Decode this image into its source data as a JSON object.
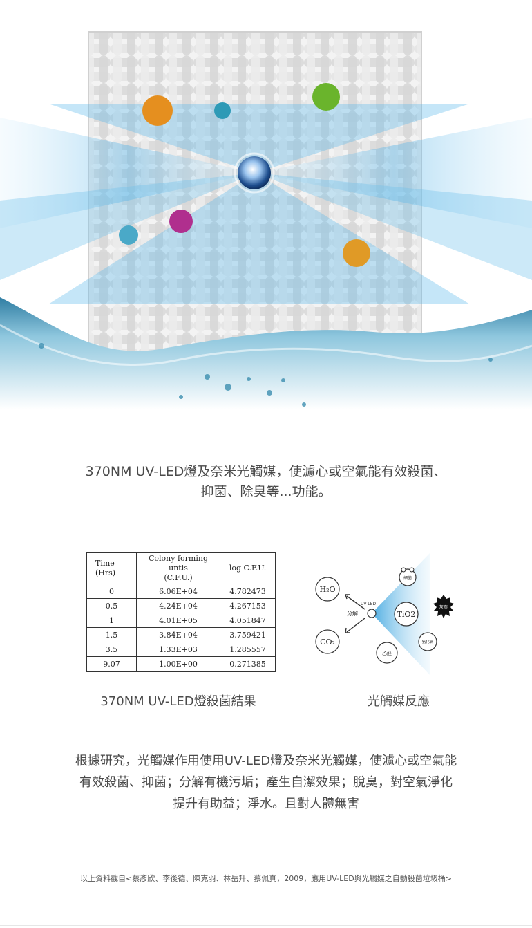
{
  "intro": {
    "line1": "370NM UV-LED燈及奈米光觸媒，使濾心或空氣能有效殺菌、",
    "line2": "抑菌、除臭等...功能。"
  },
  "table": {
    "headers": {
      "time": [
        "Time",
        "(Hrs)"
      ],
      "cfu": [
        "Colony forming untis",
        "(C.F.U.)"
      ],
      "log": "log C.F.U."
    },
    "rows": [
      {
        "time": "0",
        "cfu": "6.06E+04",
        "log": "4.782473"
      },
      {
        "time": "0.5",
        "cfu": "4.24E+04",
        "log": "4.267153"
      },
      {
        "time": "1",
        "cfu": "4.01E+05",
        "log": "4.051847"
      },
      {
        "time": "1.5",
        "cfu": "3.84E+04",
        "log": "3.759421"
      },
      {
        "time": "3.5",
        "cfu": "1.33E+03",
        "log": "1.285557"
      },
      {
        "time": "9.07",
        "cfu": "1.00E+00",
        "log": "0.271385"
      }
    ],
    "caption": "370NM UV-LED燈殺菌結果"
  },
  "diagram": {
    "h2o": "H₂O",
    "co2": "CO₂",
    "uvled": "UV-LED",
    "decompose": "分解",
    "tio2": "TiO2",
    "bacteria": "細菌",
    "dust": "灰塵",
    "ammonia": "氨化氣",
    "ethanol": "乙醛",
    "caption": "光觸媒反應",
    "colors": {
      "beam": "#5bb6e6",
      "ink": "#333333"
    }
  },
  "body": {
    "line1": "根據研究，光觸媒作用使用UV-LED燈及奈米光觸媒，使濾心或空氣能",
    "line2": "有效殺菌、抑菌；分解有機污垢；產生自潔效果；脫臭，對空氣淨化",
    "line3": "提升有助益；淨水。且對人體無害"
  },
  "source": "以上資料截自<蔡彥欣、李後德、陳克羽、林岳升、蔡佩真，2009，應用UV-LED與光觸媒之自動殺菌垃圾桶>",
  "hero": {
    "colors": {
      "sky": "#ffffff",
      "beam": "#5ab8ea",
      "water": "#3d8fb0",
      "filter": "#e2e2e2"
    }
  }
}
